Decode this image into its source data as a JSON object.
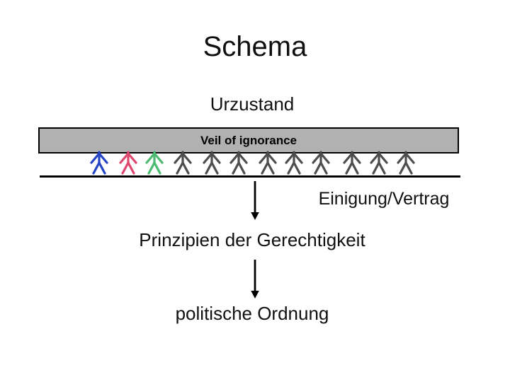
{
  "slide": {
    "title": "Schema",
    "labels": {
      "urzustand": "Urzustand",
      "veil": "Veil of ignorance",
      "einigung": "Einigung/Vertrag",
      "prinzipien": "Prinzipien der Gerechtigkeit",
      "politische": "politische Ordnung"
    },
    "figures": {
      "icon": "stick-person-icon",
      "count": 12,
      "colors": [
        "#2444C4",
        "#E0476F",
        "#4CBA70",
        "#4D4D4D",
        "#4D4D4D",
        "#4D4D4D",
        "#4D4D4D",
        "#4D4D4D",
        "#4D4D4D",
        "#4D4D4D",
        "#4D4D4D",
        "#4D4D4D"
      ]
    },
    "colors": {
      "bar_fill": "#B1B1B1",
      "bar_border": "#000000",
      "text": "#101010",
      "arrow": "#000000",
      "line": "#000000"
    }
  }
}
